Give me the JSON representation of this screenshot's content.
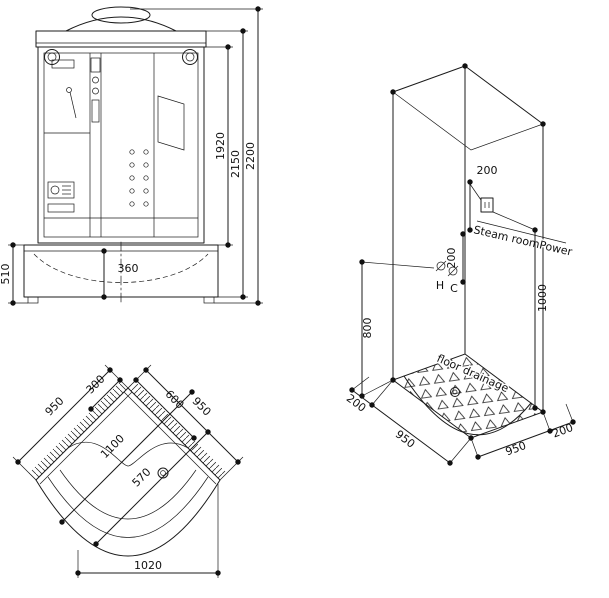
{
  "colors": {
    "background": "#ffffff",
    "ink": "#1b1b1b"
  },
  "front_view": {
    "height_door": "1920",
    "height_cabin": "2150",
    "height_total": "2200",
    "tray_height": "510",
    "tray_depth": "360"
  },
  "plan_view": {
    "side_left": "950",
    "side_right": "950",
    "offset_left": "300",
    "offset_right": "600",
    "diag_depth": "1100",
    "drain_offset": "570",
    "front_width": "1020"
  },
  "iso_view": {
    "dim_200_outlet_top": "200",
    "dim_200_outlet": "200",
    "dim_1000": "1000",
    "dim_800": "800",
    "dim_200_left": "200",
    "dim_950_left": "950",
    "dim_950_right": "950",
    "dim_200_right": "200",
    "power_label": "Steam roomPower",
    "hot_label": "H",
    "cold_label": "C",
    "drain_label": "floor drainage"
  }
}
